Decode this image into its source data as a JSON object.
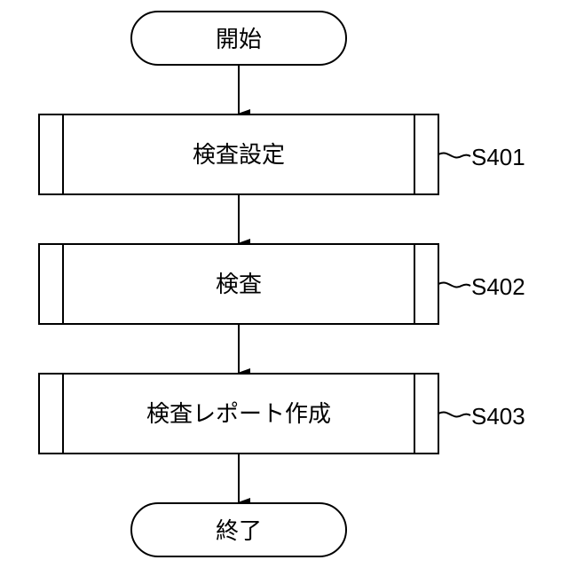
{
  "flowchart": {
    "start": {
      "label": "開始"
    },
    "steps": [
      {
        "label": "検査設定",
        "ref": "S401"
      },
      {
        "label": "検査",
        "ref": "S402"
      },
      {
        "label": "検査レポート作成",
        "ref": "S403"
      }
    ],
    "end": {
      "label": "終了"
    }
  },
  "colors": {
    "stroke": "#000000",
    "background": "#ffffff"
  }
}
